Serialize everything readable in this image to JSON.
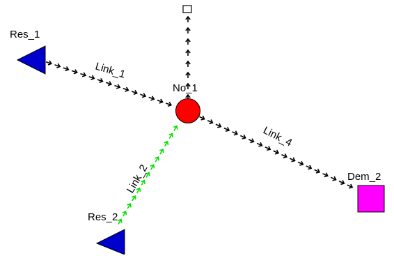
{
  "colors": {
    "reservoir": "#0000cc",
    "node": "#ff0000",
    "demand": "#ff00ff",
    "link_default": "#000000",
    "link_active": "#00e000"
  },
  "nodes": {
    "res_1": {
      "label": "Res_1",
      "icon": "reservoir-triangle-icon"
    },
    "res_2": {
      "label": "Res_2",
      "icon": "reservoir-triangle-icon"
    },
    "no_1": {
      "label": "No_1",
      "icon": "junction-circle-icon"
    },
    "dem_2": {
      "label": "Dem_2",
      "icon": "demand-square-icon"
    }
  },
  "links": {
    "link_1": {
      "label": "Link_1"
    },
    "link_2": {
      "label": "Link_2"
    },
    "link_4": {
      "label": "Link_4"
    }
  }
}
